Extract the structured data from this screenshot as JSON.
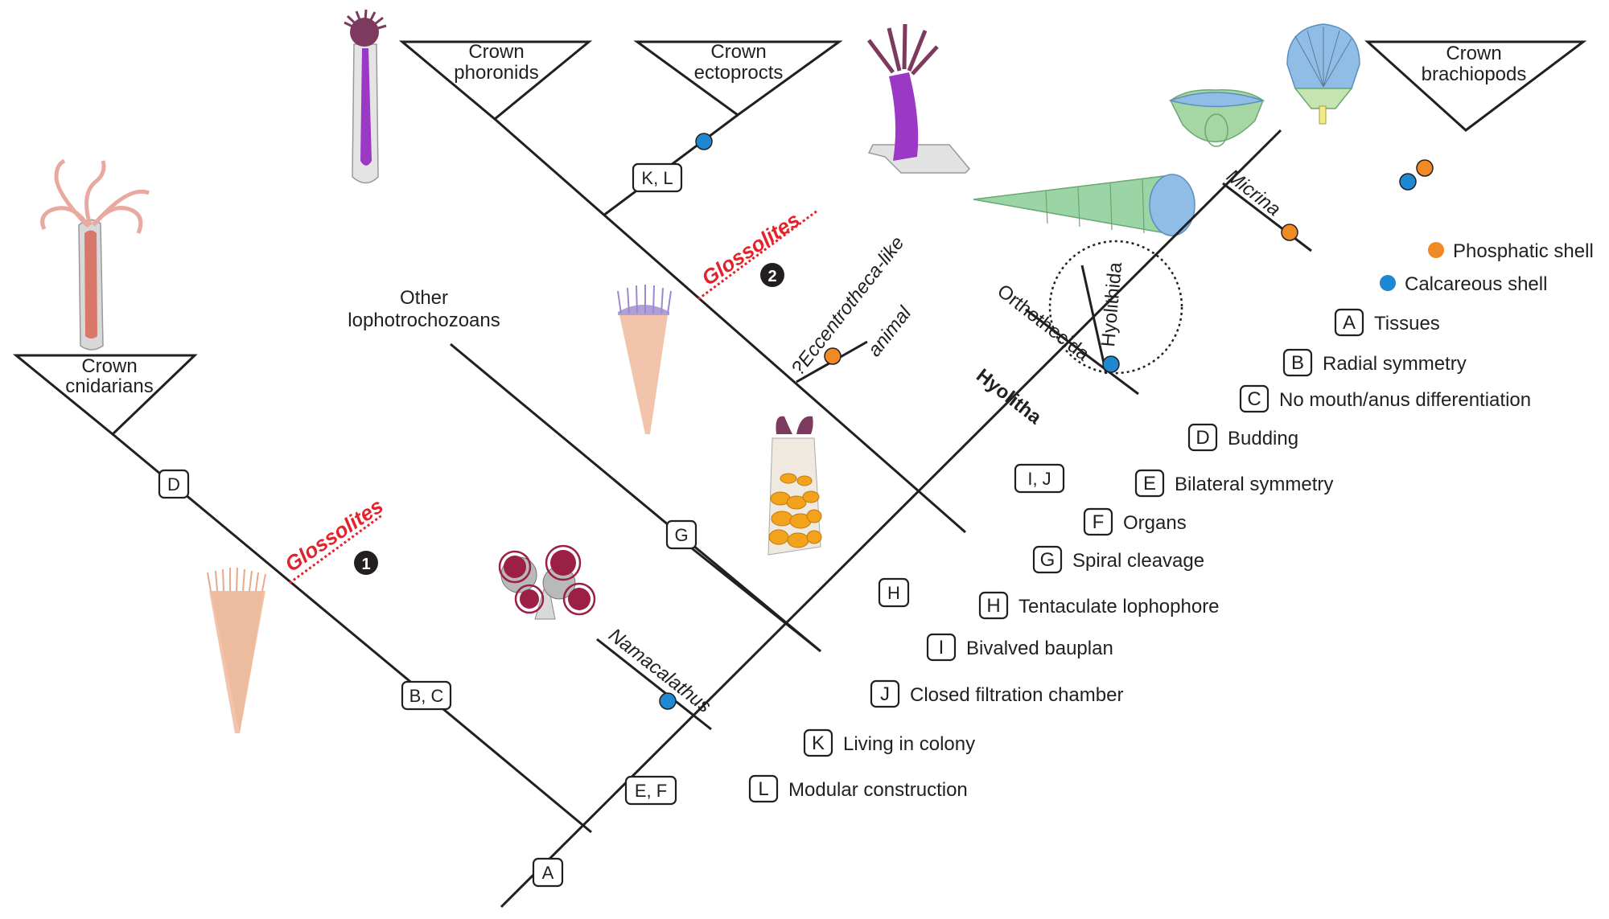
{
  "colors": {
    "phosphatic": "#f08a24",
    "calcareous": "#1e88d2",
    "accent_red": "#e4222c",
    "line": "#231f20"
  },
  "clades": {
    "cnidarians": [
      "Crown",
      "cnidarians"
    ],
    "phoronids": [
      "Crown",
      "phoronids"
    ],
    "ectoprocts": [
      "Crown",
      "ectoprocts"
    ],
    "brachiopods": [
      "Crown",
      "brachiopods"
    ],
    "other_lopho": [
      "Other",
      "lophotrochozoans"
    ]
  },
  "taxa": {
    "glossolites": "Glossolites",
    "eccentrotheca": "?Eccentrotheca-like",
    "animal": "animal",
    "micrina": "Micrina",
    "namacalathus": "Namacalathus",
    "orthothecida": "Orthothecida",
    "hyolithida": "Hyolithida",
    "hyolitha": "Hyolitha"
  },
  "markers": {
    "one": "1",
    "two": "2"
  },
  "nodes": {
    "A": "A",
    "BC": "B, C",
    "D": "D",
    "EF": "E, F",
    "G": "G",
    "H": "H",
    "IJ": "I, J",
    "KL": "K, L"
  },
  "legend": {
    "shells": [
      {
        "label": "Phosphatic shell",
        "color": "#f08a24"
      },
      {
        "label": "Calcareous shell",
        "color": "#1e88d2"
      }
    ],
    "characters": [
      {
        "key": "A",
        "label": "Tissues"
      },
      {
        "key": "B",
        "label": "Radial symmetry"
      },
      {
        "key": "C",
        "label": "No mouth/anus differentiation"
      },
      {
        "key": "D",
        "label": "Budding"
      },
      {
        "key": "E",
        "label": "Bilateral symmetry"
      },
      {
        "key": "F",
        "label": "Organs"
      },
      {
        "key": "G",
        "label": "Spiral cleavage"
      },
      {
        "key": "H",
        "label": "Tentaculate lophophore"
      },
      {
        "key": "I",
        "label": "Bivalved bauplan"
      },
      {
        "key": "J",
        "label": "Closed filtration chamber"
      },
      {
        "key": "K",
        "label": "Living in colony"
      },
      {
        "key": "L",
        "label": "Modular construction"
      }
    ]
  }
}
